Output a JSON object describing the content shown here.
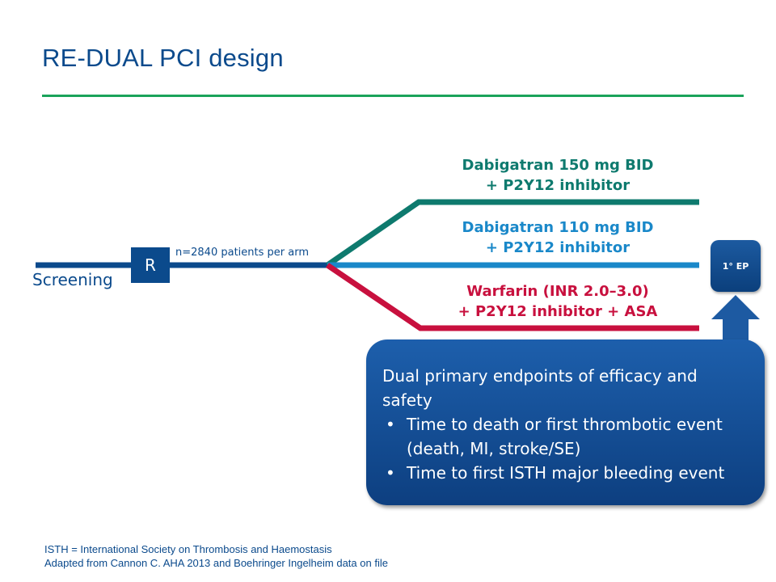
{
  "title": "RE-DUAL PCI design",
  "screening": "Screening",
  "randomization": "R",
  "n_label": "n=2840 patients per arm",
  "arms": [
    {
      "line1": "Dabigatran 150 mg BID",
      "line2": "+ P2Y12 inhibitor",
      "color": "#0e7a6e"
    },
    {
      "line1": "Dabigatran 110 mg BID",
      "line2": "+ P2Y12 inhibitor",
      "color": "#1a88c9"
    },
    {
      "line1": "Warfarin (INR 2.0–3.0)",
      "line2": "+ P2Y12 inhibitor + ASA",
      "color": "#c8103e"
    }
  ],
  "endpoint_box": "1° EP",
  "callout": {
    "heading": "Dual primary endpoints of efficacy and safety",
    "bullets": [
      "Time to death or first thrombotic event (death, MI, stroke/SE)",
      "Time to first ISTH major bleeding event"
    ]
  },
  "footnotes": [
    "ISTH = International Society on Thrombosis and Haemostasis",
    "Adapted from Cannon C. AHA 2013 and Boehringer Ingelheim data on file"
  ]
}
